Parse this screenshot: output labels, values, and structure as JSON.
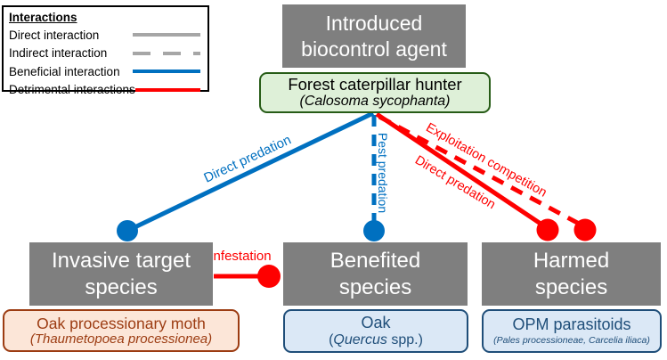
{
  "legend": {
    "title": "Interactions",
    "items": [
      {
        "label": "Direct interaction",
        "line": "gray-solid"
      },
      {
        "label": "Indirect interaction",
        "line": "gray-dashed"
      },
      {
        "label": "Beneficial interaction",
        "line": "blue-solid"
      },
      {
        "label": "Detrimental interactions",
        "line": "red-solid"
      }
    ]
  },
  "nodes": {
    "biocontrol_agent": {
      "line1": "Introduced",
      "line2": "biocontrol agent"
    },
    "hunter": {
      "common_name": "Forest caterpillar hunter",
      "latin_name": "(Calosoma sycophanta)"
    },
    "invasive_target": {
      "line1": "Invasive target",
      "line2": "species"
    },
    "benefited": {
      "line1": "Benefited",
      "line2": "species"
    },
    "harmed": {
      "line1": "Harmed",
      "line2": "species"
    },
    "oak_processionary_moth": {
      "common_name": "Oak processionary moth",
      "latin_name": "(Thaumetopoea processionea)"
    },
    "oak": {
      "common_name": "Oak",
      "latin_prefix": "(",
      "latin_genus": "Quercus",
      "latin_suffix": " spp.)"
    },
    "opm_parasitoids": {
      "common_name": "OPM parasitoids",
      "latin_name": "(Pales processioneae, Carcelia iliaca)"
    }
  },
  "edges": {
    "direct_predation_left": "Direct predation",
    "pest_predation": "Pest predation",
    "exploitation_competition": "Exploitation competition",
    "direct_predation_right": "Direct predation",
    "infestation": "Infestation"
  },
  "colors": {
    "beneficial_blue": "#0070c0",
    "detrimental_red": "#fe0000",
    "direct_gray": "#a6a6a6",
    "node_gray_fill": "#7f7f7f",
    "hunter_fill": "#def0d8",
    "hunter_border": "#275c17",
    "moth_fill": "#fce6d8",
    "moth_border": "#9c3c12",
    "blue_box_fill": "#dbe8f6",
    "blue_box_border": "#1f4e79"
  }
}
